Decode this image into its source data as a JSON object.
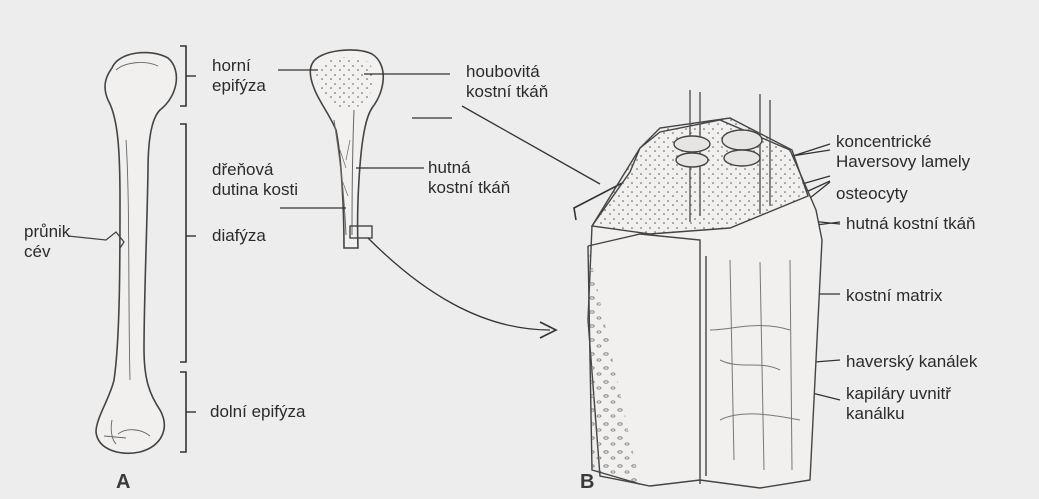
{
  "labels": {
    "horni_epifyza": [
      "horní",
      "epifýza"
    ],
    "drenova_dutina": [
      "dřeňová",
      "dutina kosti"
    ],
    "diafyza": "diafýza",
    "dolni_epifyza": "dolní epifýza",
    "prunik_cev": [
      "průnik",
      "cév"
    ],
    "houbovita": [
      "houbovitá",
      "kostní tkáň"
    ],
    "hutna_left": [
      "hutná",
      "kostní tkáň"
    ],
    "koncentricke": [
      "koncentrické",
      "Haversovy lamely"
    ],
    "osteocyty": "osteocyty",
    "hutna_right": "hutná kostní tkáň",
    "matrix": "kostní matrix",
    "haversky": "haverský kanálek",
    "kapilary": [
      "kapiláry uvnitř",
      "kanálku"
    ]
  },
  "panels": {
    "a": "A",
    "b": "B"
  }
}
